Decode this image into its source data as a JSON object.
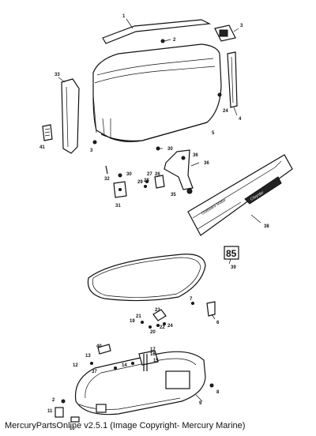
{
  "footer": "MercuryPartsOnline v2.5.1 (Image Copyright- Mercury Marine)",
  "decal": {
    "side_text": "Chrysler",
    "badge": "85",
    "small_text": "Outboard Motor"
  },
  "callouts": [
    "1",
    "2",
    "3",
    "33",
    "4",
    "24",
    "41",
    "5",
    "3",
    "30",
    "36",
    "36",
    "32",
    "30",
    "27",
    "28",
    "29",
    "26",
    "31",
    "35",
    "38",
    "85",
    "39",
    "7",
    "6",
    "19",
    "21",
    "22",
    "23",
    "20",
    "24",
    "40",
    "13",
    "17",
    "16",
    "15",
    "12",
    "14",
    "37",
    "8",
    "2",
    "9",
    "11",
    "10"
  ]
}
